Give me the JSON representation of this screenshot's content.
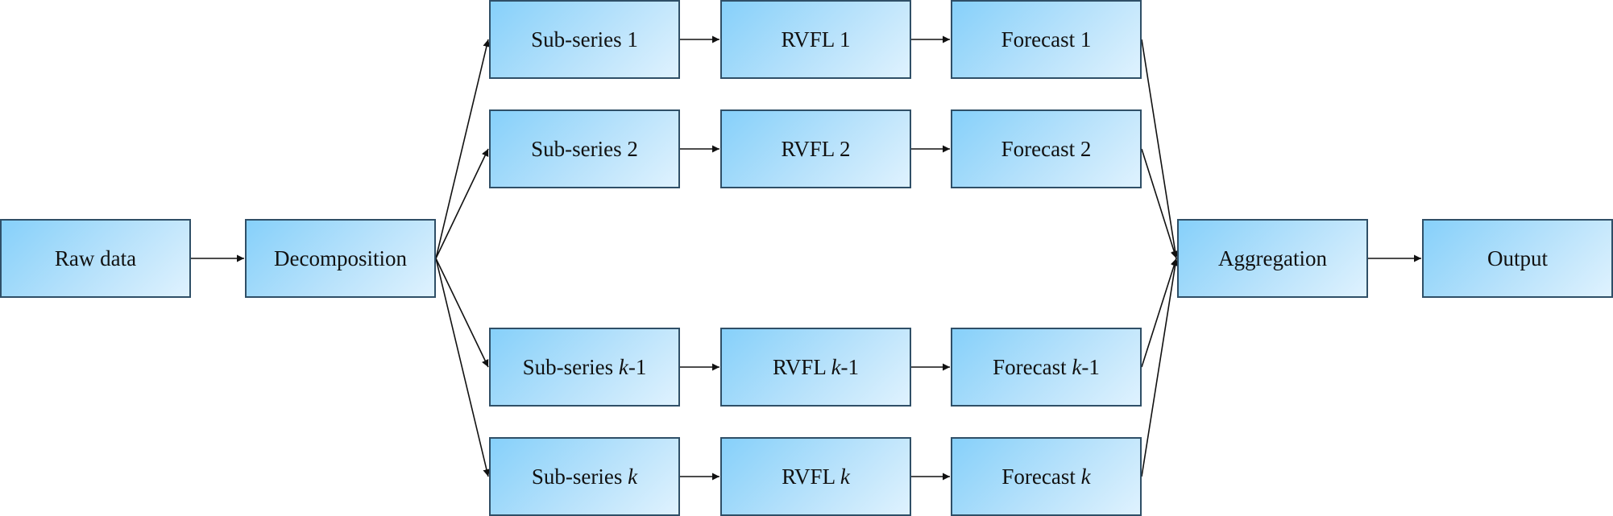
{
  "nodes": {
    "raw": {
      "label": "Raw data"
    },
    "decomp": {
      "label": "Decomposition"
    },
    "sub1": {
      "pre": "Sub-series 1",
      "var": "",
      "post": ""
    },
    "sub2": {
      "pre": "Sub-series 2",
      "var": "",
      "post": ""
    },
    "subk1": {
      "pre": "Sub-series ",
      "var": "k",
      "post": "-1"
    },
    "subk": {
      "pre": "Sub-series ",
      "var": "k",
      "post": ""
    },
    "rvfl1": {
      "pre": "RVFL 1",
      "var": "",
      "post": ""
    },
    "rvfl2": {
      "pre": "RVFL 2",
      "var": "",
      "post": ""
    },
    "rvflk1": {
      "pre": "RVFL ",
      "var": "k",
      "post": "-1"
    },
    "rvflk": {
      "pre": "RVFL ",
      "var": "k",
      "post": ""
    },
    "fc1": {
      "pre": "Forecast 1",
      "var": "",
      "post": ""
    },
    "fc2": {
      "pre": "Forecast 2",
      "var": "",
      "post": ""
    },
    "fck1": {
      "pre": "Forecast ",
      "var": "k",
      "post": "-1"
    },
    "fck": {
      "pre": "Forecast ",
      "var": "k",
      "post": ""
    },
    "agg": {
      "label": "Aggregation"
    },
    "out": {
      "label": "Output"
    }
  },
  "edges": [
    {
      "from": "raw",
      "to": "decomp"
    },
    {
      "from": "decomp",
      "to": "sub1"
    },
    {
      "from": "decomp",
      "to": "sub2"
    },
    {
      "from": "decomp",
      "to": "subk1"
    },
    {
      "from": "decomp",
      "to": "subk"
    },
    {
      "from": "sub1",
      "to": "rvfl1"
    },
    {
      "from": "sub2",
      "to": "rvfl2"
    },
    {
      "from": "subk1",
      "to": "rvflk1"
    },
    {
      "from": "subk",
      "to": "rvflk"
    },
    {
      "from": "rvfl1",
      "to": "fc1"
    },
    {
      "from": "rvfl2",
      "to": "fc2"
    },
    {
      "from": "rvflk1",
      "to": "fck1"
    },
    {
      "from": "rvflk",
      "to": "fck"
    },
    {
      "from": "fc1",
      "to": "agg"
    },
    {
      "from": "fc2",
      "to": "agg"
    },
    {
      "from": "fck1",
      "to": "agg"
    },
    {
      "from": "fck",
      "to": "agg"
    },
    {
      "from": "agg",
      "to": "out"
    }
  ]
}
